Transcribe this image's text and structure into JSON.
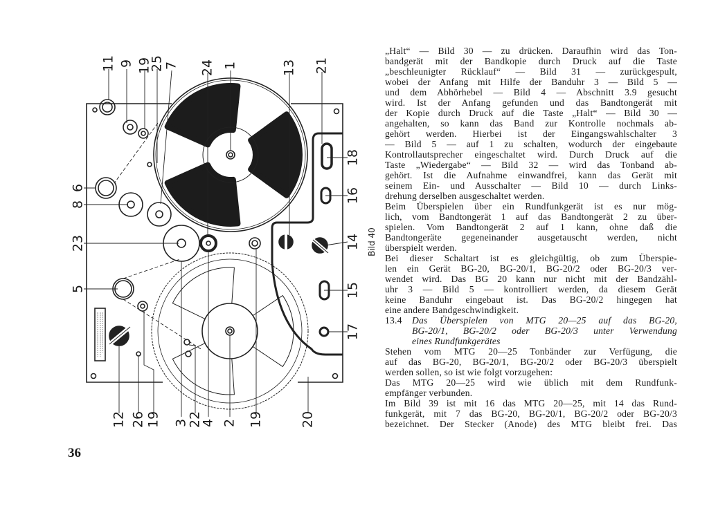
{
  "page_number": "36",
  "figure": {
    "caption": "Bild 40",
    "labels_top": [
      "11",
      "9",
      "19",
      "25",
      "7",
      "24",
      "1",
      "13",
      "21"
    ],
    "labels_left": [
      "6",
      "8",
      "23",
      "5"
    ],
    "labels_right": [
      "18",
      "16",
      "14",
      "15",
      "17"
    ],
    "labels_bottom": [
      "12",
      "26",
      "19",
      "3",
      "22",
      "4",
      "2",
      "19",
      "20"
    ]
  },
  "text": {
    "lines": [
      {
        "t": "„Halt“ — Bild 30 — zu drücken. Daraufhin wird das Ton-"
      },
      {
        "t": "bandgerät mit der Bandkopie durch Druck auf die Taste"
      },
      {
        "t": "„beschleunigter Rücklauf“ — Bild 31 — zurückgespult,"
      },
      {
        "t": "wobei der Anfang mit Hilfe der Banduhr 3 — Bild 5 —"
      },
      {
        "t": "und dem Abhörhebel — Bild 4 — Abschnitt 3.9 gesucht"
      },
      {
        "t": "wird. Ist der Anfang gefunden und das Bandtongerät mit"
      },
      {
        "t": "der Kopie durch Druck auf die Taste „Halt“ — Bild 30 —"
      },
      {
        "t": "angehalten, so kann das Band zur Kontrolle nochmals ab-"
      },
      {
        "t": "gehört werden. Hierbei ist der Eingangswahlschalter 3"
      },
      {
        "t": "— Bild 5 — auf 1 zu schalten, wodurch der eingebaute"
      },
      {
        "t": "Kontrollautsprecher eingeschaltet wird. Durch Druck auf die"
      },
      {
        "t": "Taste „Wiedergabe“ — Bild 32 — wird das Tonband ab-"
      },
      {
        "t": "gehört. Ist die Aufnahme einwandfrei, kann das Gerät mit"
      },
      {
        "t": "seinem Ein- und Ausschalter — Bild 10 — durch Links-"
      },
      {
        "t": "drehung derselben ausgeschaltet werden.",
        "end": true
      },
      {
        "t": "Beim Überspielen über ein Rundfunkgerät ist es nur mög-"
      },
      {
        "t": "lich, vom Bandtongerät 1 auf das Bandtongerät 2 zu über-"
      },
      {
        "t": "spielen. Vom Bandtongerät 2 auf 1 kann, ohne daß die"
      },
      {
        "t": "Bandtongeräte gegeneinander ausgetauscht werden, nicht"
      },
      {
        "t": "überspielt werden.",
        "end": true
      },
      {
        "t": "Bei dieser Schaltart ist es gleichgültig, ob zum Überspie-"
      },
      {
        "t": "len ein Gerät BG-20, BG-20/1, BG-20/2 oder BG-20/3 ver-"
      },
      {
        "t": "wendet wird. Das BG 20 kann nur nicht mit der Bandzähl-"
      },
      {
        "t": "uhr 3 — Bild 5 — kontrolliert werden, da diesem Gerät"
      },
      {
        "t": "keine Banduhr eingebaut ist. Das BG-20/2 hingegen hat"
      },
      {
        "t": "eine andere Bandgeschwindigkeit.",
        "end": true
      },
      {
        "num": "13.4",
        "t": "Das Überspielen von MTG 20—25 auf das BG-20,",
        "italic": true
      },
      {
        "t": "BG-20/1, BG-20/2 oder BG-20/3 unter Verwendung",
        "italic": true,
        "indent": true
      },
      {
        "t": "eines Rundfunkgerätes",
        "italic": true,
        "indent": true,
        "end": true
      },
      {
        "t": "Stehen vom MTG 20—25 Tonbänder zur Verfügung, die"
      },
      {
        "t": "auf das BG-20, BG-20/1, BG-20/2 oder BG-20/3 überspielt"
      },
      {
        "t": "werden sollen, so ist wie folgt vorzugehen:",
        "end": true
      },
      {
        "t": "Das MTG 20—25 wird wie üblich mit dem Rundfunk-"
      },
      {
        "t": "empfänger verbunden.",
        "end": true
      },
      {
        "t": "Im Bild 39 ist mit 16 das MTG 20—25, mit 14 das Rund-"
      },
      {
        "t": "funkgerät, mit 7 das BG-20, BG-20/1, BG-20/2 oder BG-20/3"
      },
      {
        "t": "bezeichnet. Der Stecker (Anode) des MTG bleibt frei. Das"
      }
    ]
  }
}
